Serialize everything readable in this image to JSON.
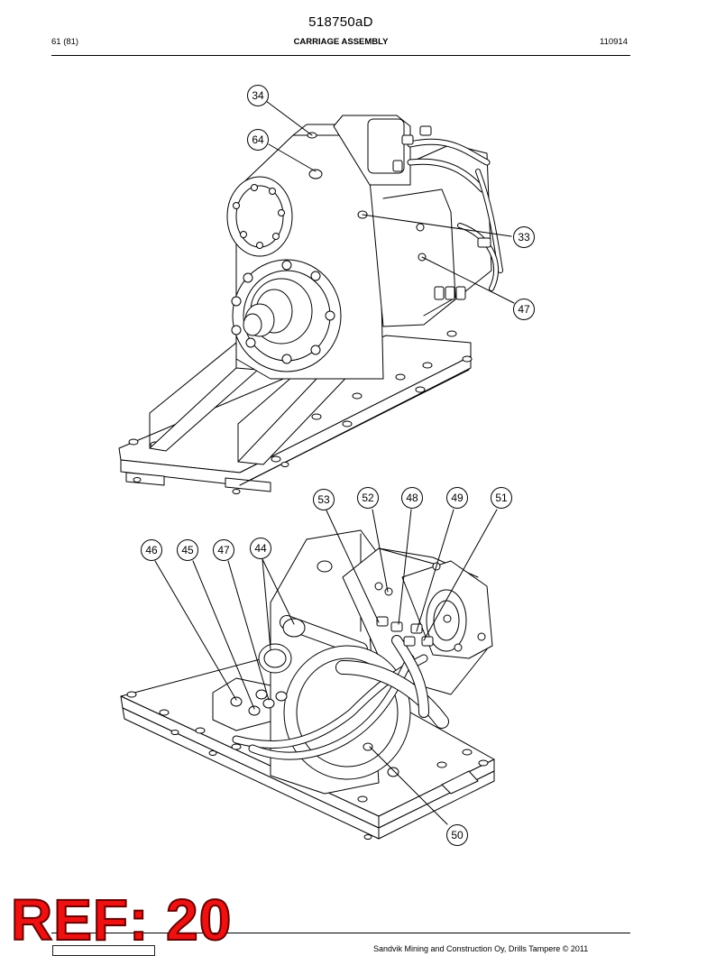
{
  "header": {
    "document_id": "518750aD",
    "page": "61 (81)",
    "section_title": "CARRIAGE ASSEMBLY",
    "date_code": "110914"
  },
  "figures": [
    {
      "name": "top-assembly-view",
      "callouts": [
        "34",
        "64",
        "33",
        "47"
      ]
    },
    {
      "name": "bottom-assembly-view",
      "callouts": [
        "53",
        "52",
        "48",
        "49",
        "51",
        "46",
        "45",
        "47",
        "44",
        "50"
      ]
    }
  ],
  "footer": {
    "publisher_text": "Sandvik Mining and Construction Oy, Drills Tampere © 2011",
    "stamp": "REF: 20"
  }
}
